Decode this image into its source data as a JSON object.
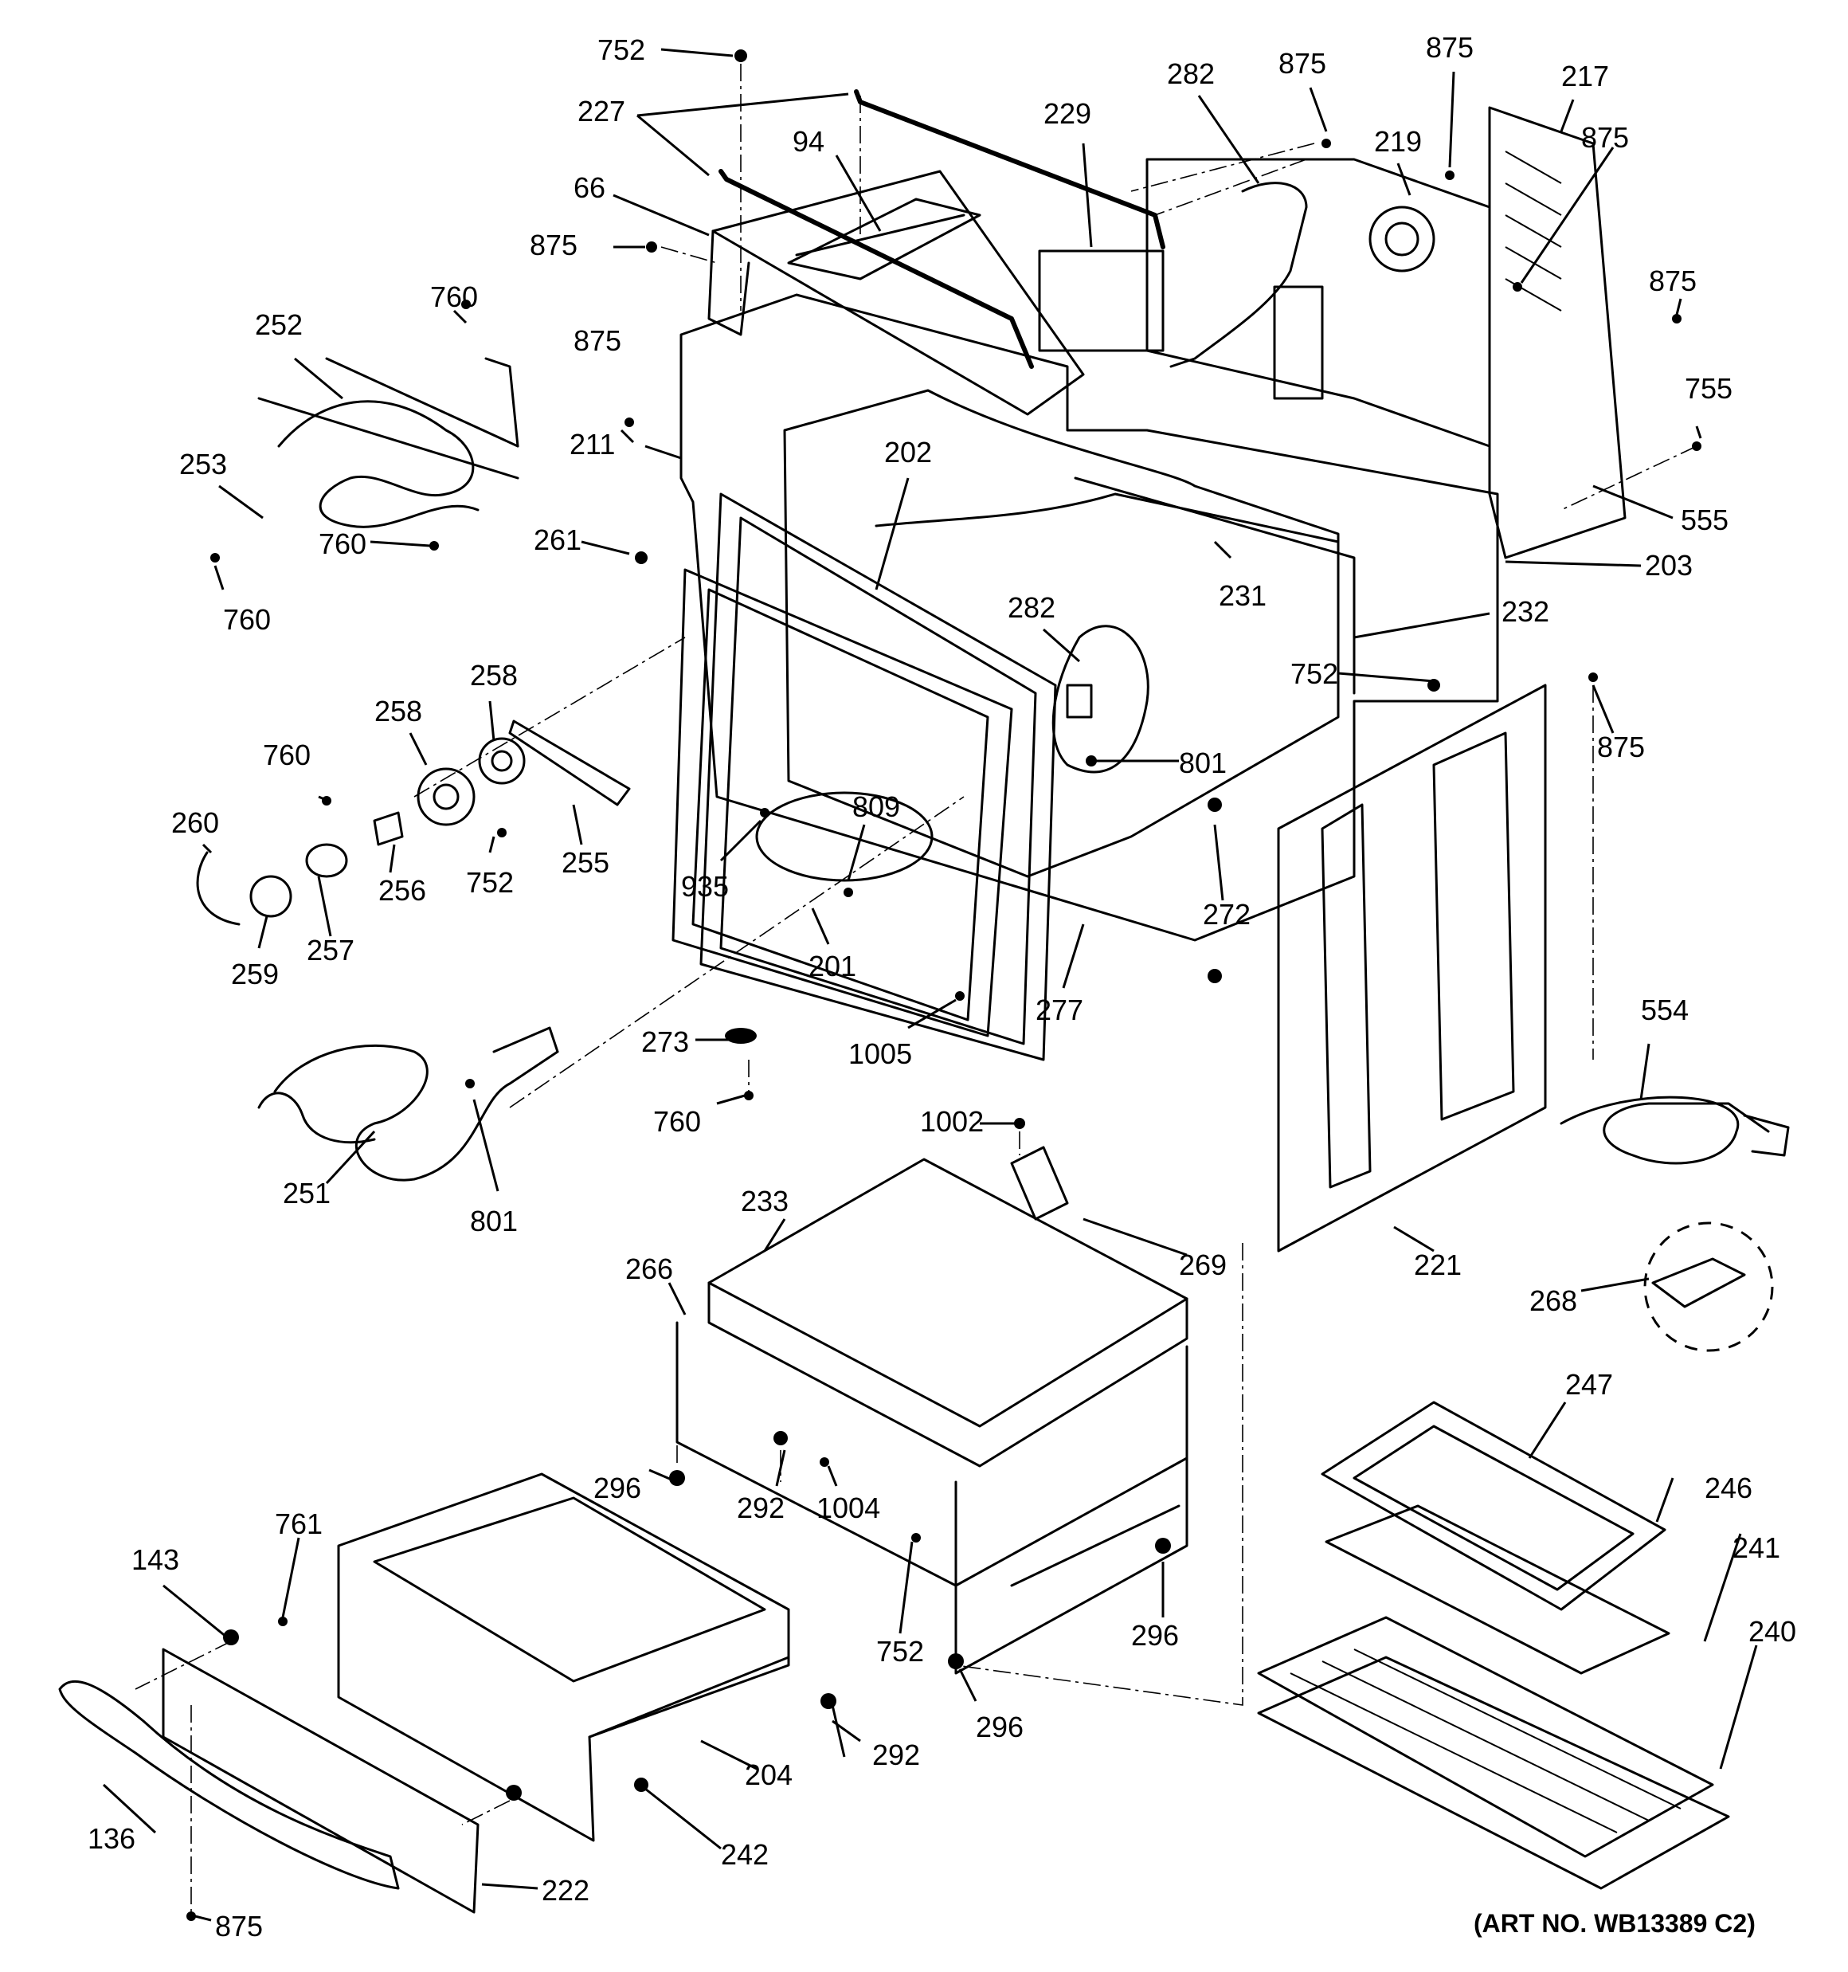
{
  "diagram": {
    "art_number": "(ART NO. WB13389 C2)",
    "callouts": {
      "c752a": "752",
      "c227": "227",
      "c94": "94",
      "c66": "66",
      "c875a": "875",
      "c229": "229",
      "c282a": "282",
      "c875b": "875",
      "c875c": "875",
      "c219": "219",
      "c217": "217",
      "c875d": "875",
      "c875e": "875",
      "c755": "755",
      "c555": "555",
      "c203": "203",
      "c760a": "760",
      "c252": "252",
      "c875f": "875",
      "c211": "211",
      "c253": "253",
      "c760b": "760",
      "c760c": "760",
      "c261": "261",
      "c202": "202",
      "c231": "231",
      "c232": "232",
      "c282b": "282",
      "c752b": "752",
      "c875g": "875",
      "c801a": "801",
      "c258a": "258",
      "c258b": "258",
      "c760d": "760",
      "c260": "260",
      "c256": "256",
      "c752c": "752",
      "c255": "255",
      "c257": "257",
      "c259": "259",
      "c809": "809",
      "c935": "935",
      "c272": "272",
      "c201": "201",
      "c277": "277",
      "c1005": "1005",
      "c273": "273",
      "c760e": "760",
      "c251": "251",
      "c801b": "801",
      "c554": "554",
      "c1002": "1002",
      "c233": "233",
      "c269": "269",
      "c266": "266",
      "c221": "221",
      "c268": "268",
      "c247": "247",
      "c246": "246",
      "c296a": "296",
      "c292a": "292",
      "c1004": "1004",
      "c761": "761",
      "c143": "143",
      "c296b": "296",
      "c241": "241",
      "c240": "240",
      "c752d": "752",
      "c296c": "296",
      "c292b": "292",
      "c204": "204",
      "c136": "136",
      "c242": "242",
      "c222": "222",
      "c875h": "875"
    }
  }
}
